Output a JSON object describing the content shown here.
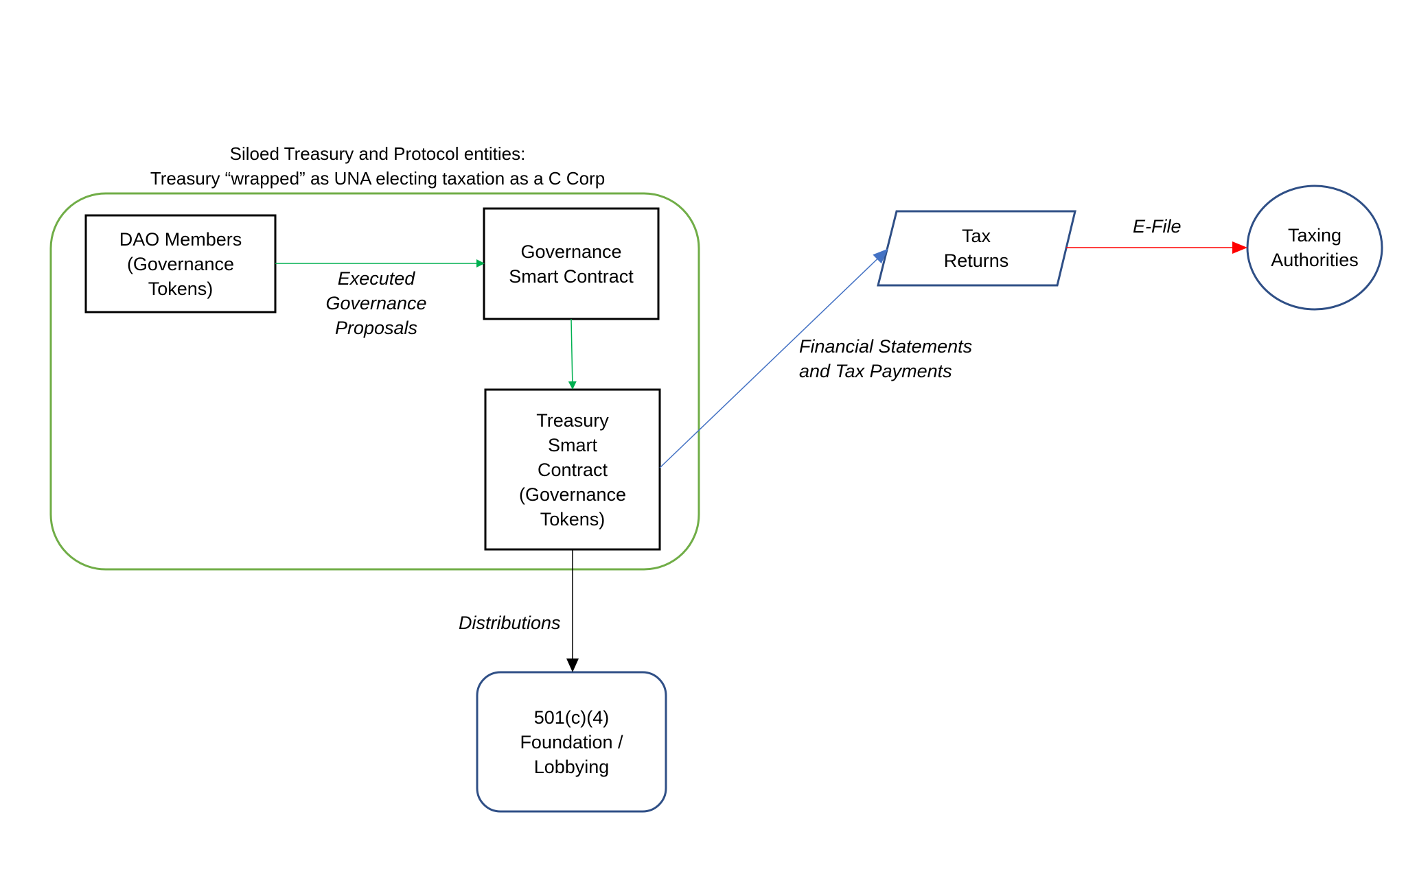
{
  "diagram": {
    "group": {
      "caption_line1": "Siloed Treasury and Protocol entities:",
      "caption_line2": "Treasury “wrapped” as UNA electing taxation as a C Corp",
      "border_color": "#70ad47"
    },
    "nodes": {
      "dao_members": "DAO Members\n(Governance\nTokens)",
      "governance_contract": "Governance\nSmart Contract",
      "treasury_contract": "Treasury\nSmart\nContract\n(Governance\nTokens)",
      "foundation": "501(c)(4)\nFoundation /\nLobbying",
      "tax_returns": "Tax\nReturns",
      "taxing_authorities": "Taxing\nAuthorities"
    },
    "edges": {
      "executed_proposals": "Executed\nGovernance\nProposals",
      "distributions": "Distributions",
      "financial_statements": "Financial Statements\nand Tax Payments",
      "efile": "E-File"
    },
    "colors": {
      "black_border": "#000000",
      "blue_border": "#2f4f86",
      "green_arrow": "#00b050",
      "blue_arrow": "#4472c4",
      "red_arrow": "#ff0000",
      "black_arrow": "#000000"
    }
  }
}
